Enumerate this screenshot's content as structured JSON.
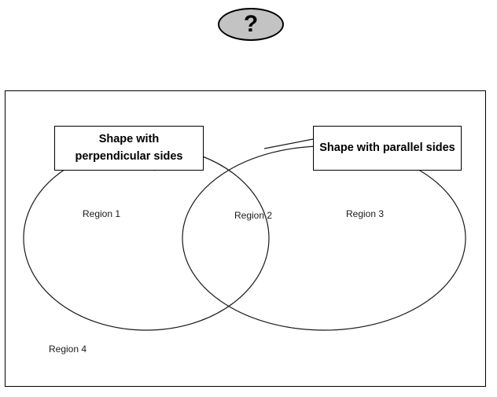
{
  "badge": {
    "name": "question-badge",
    "symbol": "?",
    "fill_color": "#c3c3c3",
    "border_color": "#000000"
  },
  "diagram": {
    "type": "venn-diagram",
    "universe_border_color": "#000000",
    "curve_color": "#000000",
    "sets": [
      {
        "id": "left",
        "label": "Shape with perpendicular sides",
        "shape": "ellipse"
      },
      {
        "id": "right",
        "label": "Shape with parallel sides",
        "shape": "ellipse"
      }
    ],
    "regions": [
      {
        "id": "region-1",
        "label": "Region 1"
      },
      {
        "id": "region-2",
        "label": "Region 2"
      },
      {
        "id": "region-3",
        "label": "Region 3"
      },
      {
        "id": "region-4",
        "label": "Region 4"
      }
    ]
  }
}
